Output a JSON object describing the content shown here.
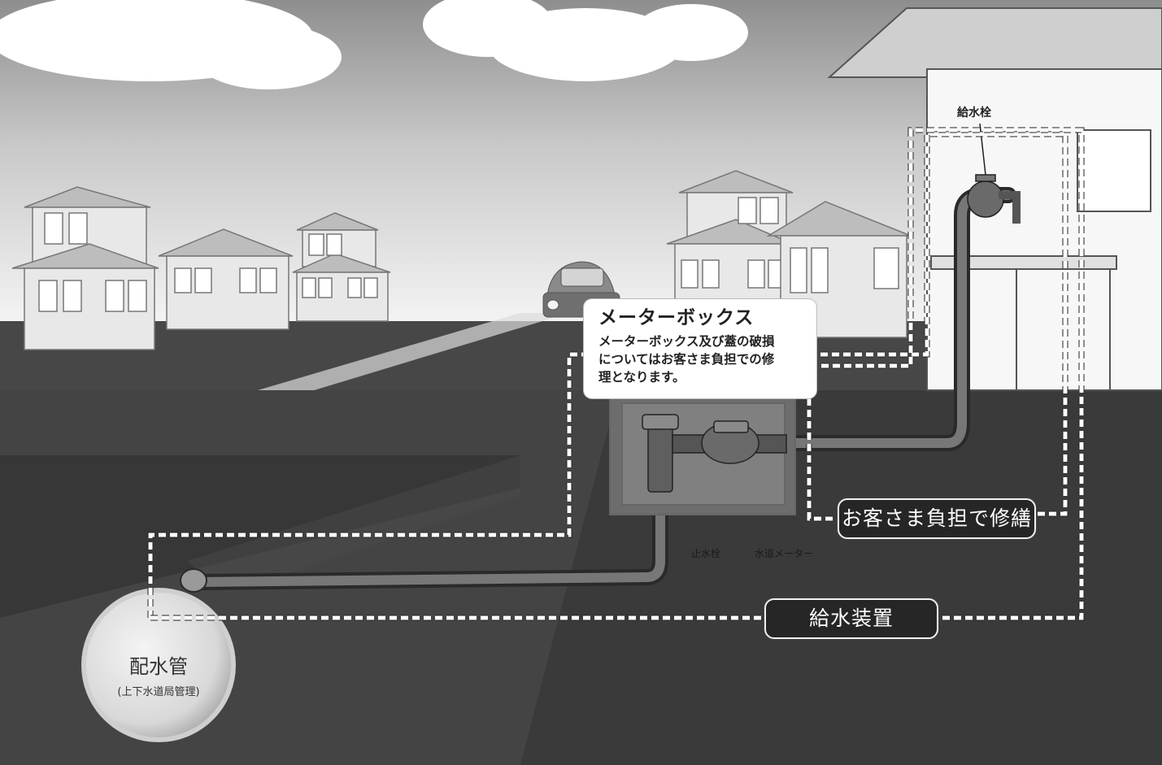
{
  "labels": {
    "faucet": "給水栓",
    "meter_box_title": "メーターボックス",
    "meter_box_body": [
      "メーターボックス及び蓋の破損",
      "についてはお客さま負担での修",
      "理となります。"
    ],
    "customer_repair": "お客さま負担で修繕",
    "water_supply_device": "給水装置",
    "distribution_pipe": "配水管",
    "distribution_pipe_note": "(上下水道局管理)",
    "stop_valve": "止水栓",
    "water_meter": "水道メーター"
  },
  "colors": {
    "ground": "#3a3a3a",
    "sky": "#ececec",
    "pipe": "#555555",
    "label_pill": "#262626"
  }
}
